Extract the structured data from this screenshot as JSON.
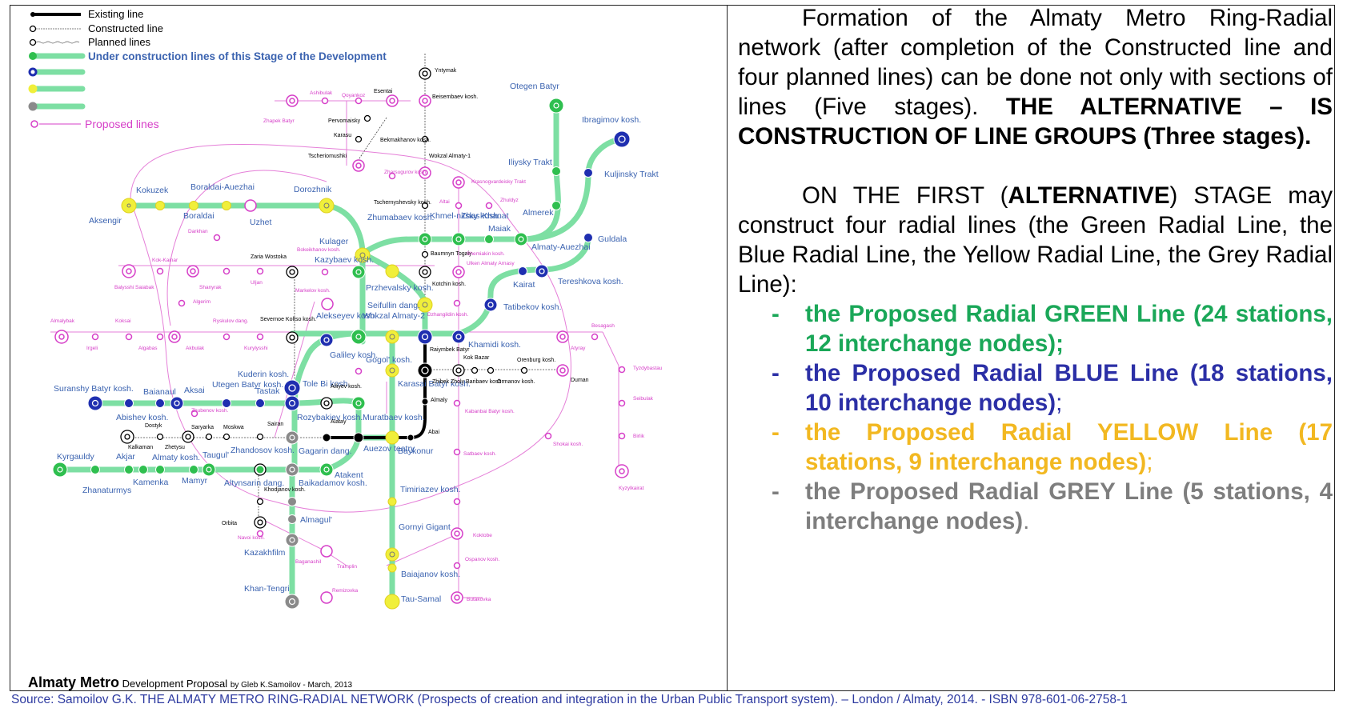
{
  "legend": {
    "existing": "Existing line",
    "constructed": "Constructed line",
    "planned": "Planned lines",
    "under_construction": "Under construction lines of this Stage of the Development",
    "proposed": "Proposed lines"
  },
  "map_caption": {
    "bold": "Almaty Metro",
    "normal": "Development Proposal",
    "small": "by Gleb K.Samoilov - March, 2013"
  },
  "colors": {
    "green": "#2fbf4f",
    "green_line": "#7ddfa3",
    "blue": "#1f2fb0",
    "yellow": "#f0ef3a",
    "grey": "#8a8a8a",
    "magenta": "#d63fc8",
    "black": "#000000",
    "station_label": "#3b63b0"
  },
  "stations": {
    "yntymak": "Yntymak",
    "ashibulak": "Ashibulak",
    "qoyankoz": "Qoyankoz",
    "esentai": "Esentai",
    "beisembaev": "Beisembaev kosh.",
    "otegen_batyr": "Otegen Batyr",
    "ibragimov": "Ibragimov kosh.",
    "zhapek_batyr": "Zhapek Batyr",
    "pervomaisky": "Pervomaisky",
    "karasu": "Karasu",
    "bekmakhanov": "Bekmakhanov kosh.",
    "wokzal1": "Wokzal Almaty-1",
    "tscheriomushki": "Tscheriomushki",
    "iliysky": "Iliysky Trakt",
    "kuljinsky": "Kuljinsky Trakt",
    "zharsugurov": "Zharsugurov kosh.",
    "krasnogvardeisky": "Krasnogvardeisky Trakt",
    "kokuzek": "Kokuzek",
    "boraldai_auezhai": "Boraldai-Auezhai",
    "dorozhnik": "Dorozhnik",
    "tschernyshevsky": "Tschernyshevsky kosh.",
    "altai": "Altai",
    "zhuldyz": "Zhuldyz",
    "aksengir": "Aksengir",
    "boraldai": "Boraldai",
    "uzhet": "Uzhet",
    "zhumabaev": "Zhumabaev kosh.",
    "khmelnitsky": "Khmel-nitsky kosh.",
    "zhas_khanat": "Zhas Khanat",
    "maiak": "Maiak",
    "almerek": "Almerek",
    "darkhan": "Darkhan",
    "kulager": "Kulager",
    "almaty_auezhai": "Almaty-Auezhai",
    "guldala": "Guldala",
    "kok_kainar": "Kok-Kainar",
    "zaria": "Zaria Wostoka",
    "bokeikhanov": "Bokeikhanov kosh.",
    "kazybaev": "Kazybaev kosh.",
    "baumnyn": "Baumnyn Togaiy",
    "shemiakin": "Shemiakin kosh.",
    "ulken": "Ulken Almaty Arnasy",
    "balysshi": "Balysshi Saiabak",
    "shanyrak": "Shanyrak",
    "uljan": "Uljan",
    "markelov": "Markelov kosh.",
    "przhevalsky": "Przhevalsky kosh.",
    "kotchin": "Kotchin kosh.",
    "kairat": "Kairat",
    "tereshkova": "Tereshkova kosh.",
    "algerim": "Algerim",
    "seifullin": "Seifullin dang.",
    "wokzal2": "Wokzal Almaty-2",
    "dzhangildin": "Dzhangildin kosh.",
    "tatibekov": "Tatibekov kosh.",
    "almalybak": "Almalybak",
    "koksai": "Koksai",
    "ryskulov": "Ryskulov dang.",
    "severnoe": "Severnoe Koltso kosh.",
    "alekseyev": "Alekseyev kosh.",
    "besagash": "Besagash",
    "irgeli": "Irgeli",
    "algabas": "Algabas",
    "akbulak": "Akbulak",
    "kurylysshi": "Kurylysshi",
    "raiymbek": "Raiymbek Batyr",
    "khamidi": "Khamidi kosh.",
    "atyray": "Atyray",
    "galiley": "Galiley kosh.",
    "gogol": "Gogol' kosh.",
    "kok_bazar": "Kok Bazar",
    "orenburg": "Orenburg kosh.",
    "tyzdybastau": "Tyzdybastau",
    "kuderin": "Kuderin kosh.",
    "suranshy": "Suranshy Batyr kosh.",
    "baianaul": "Baianaul",
    "aksai": "Aksai",
    "utegen": "Utegen Batyr kosh.",
    "tastak": "Tastak",
    "tole_bi": "Tole Bi kosh.",
    "ailiyev": "Ailiyev kosh.",
    "karasai": "Karasai Batyr kosh.",
    "zhibek": "Zhibek Zholy",
    "baribaev": "Baribaev kosh.",
    "ormanov": "Ormanov kosh.",
    "duman": "Duman",
    "seibulak": "Seibulak",
    "abishev": "Abishev kosh.",
    "zhubenov": "Zhubenov kosh.",
    "rozybakiev": "Rozybakiev kosh.",
    "almaly": "Almaly",
    "muratbaev": "Muratbaev kosh.",
    "kabanbai": "Kabanbai Batyr kosh.",
    "dostyk": "Dostyk",
    "saryarka": "Saryarka",
    "moskwa": "Moskwa",
    "sairan": "Sairan",
    "alatay": "Alatay",
    "abai": "Abai",
    "birlik": "Birlik",
    "kalkaman": "Kalkaman",
    "zhetysu": "Zhetysu",
    "zhandosov": "Zhandosov kosh.",
    "gagarin": "Gagarin dang.",
    "auezov": "Auezov teatry",
    "baykonur": "Baykonur",
    "satbaev": "Satbaev kosh.",
    "shokai": "Shokai kosh.",
    "kyrgauldy": "Kyrgauldy",
    "akjar": "Akjar",
    "almaty_kosh": "Almaty kosh.",
    "taugul": "Taugul'",
    "zhanaturmys": "Zhanaturmys",
    "kamenka": "Kamenka",
    "mamyr": "Mamyr",
    "altynsarin": "Altynsarin dang.",
    "atakent": "Atakent",
    "baikadamov": "Baikadamov kosh.",
    "kyzylkairat": "Kyzylkairat",
    "khodjanov": "Khodjanov kosh.",
    "timiriazev": "Timiriazev kosh.",
    "almagul": "Almagul'",
    "orbita": "Orbita",
    "gornyi_gigant": "Gornyi Gigant",
    "koktobe": "Koktobe",
    "navoi": "Navoi kosh.",
    "kazakhfilm": "Kazakhfilm",
    "ospanov": "Ospanov kosh.",
    "baganashil": "Baganashil",
    "tramplin": "Tramplin",
    "baiajanov": "Baiajanov kosh.",
    "khan_tengri": "Khan-Tengri",
    "remizovka": "Remizovka",
    "tau_samal": "Tau-Samal",
    "butakovka": "Butakovka"
  },
  "text_panel": {
    "para1_normal": "Formation of the Almaty Metro Ring-Radial network (after completion of the Constructed line and four planned lines) can be done not only with sections of lines (Five stages). ",
    "para1_bold": "THE ALTERNATIVE – IS CONSTRUCTION OF LINE GROUPS (Three stages).",
    "para2_a": "ON THE FIRST (",
    "para2_bold": "ALTERNATIVE",
    "para2_b": ") STAGE may construct four radial lines (the Green Radial Line, the Blue Radial Line, the Yellow Radial Line, the Grey Radial Line):",
    "bullets": [
      {
        "dash": "-",
        "text": "the Proposed Radial GREEN Line (24 stations, 12 interchange nodes);",
        "tail": "",
        "color": "green"
      },
      {
        "dash": "-",
        "text": "the Proposed Radial BLUE Line (18 stations, 10 interchange nodes)",
        "tail": ";",
        "color": "blue"
      },
      {
        "dash": "-",
        "text": "the Proposed Radial YELLOW Line (17 stations, 9 interchange nodes)",
        "tail": ";",
        "color": "yellow"
      },
      {
        "dash": "-",
        "text": "the Proposed Radial GREY Line (5 stations, 4 interchange nodes)",
        "tail": ".",
        "color": "grey"
      }
    ]
  },
  "source": "Source: Samoilov G.K. THE ALMATY METRO RING-RADIAL NETWORK (Prospects of creation and integration in the Urban Public Transport system). – London / Almaty, 2014. - ISBN 978-601-06-2758-1"
}
